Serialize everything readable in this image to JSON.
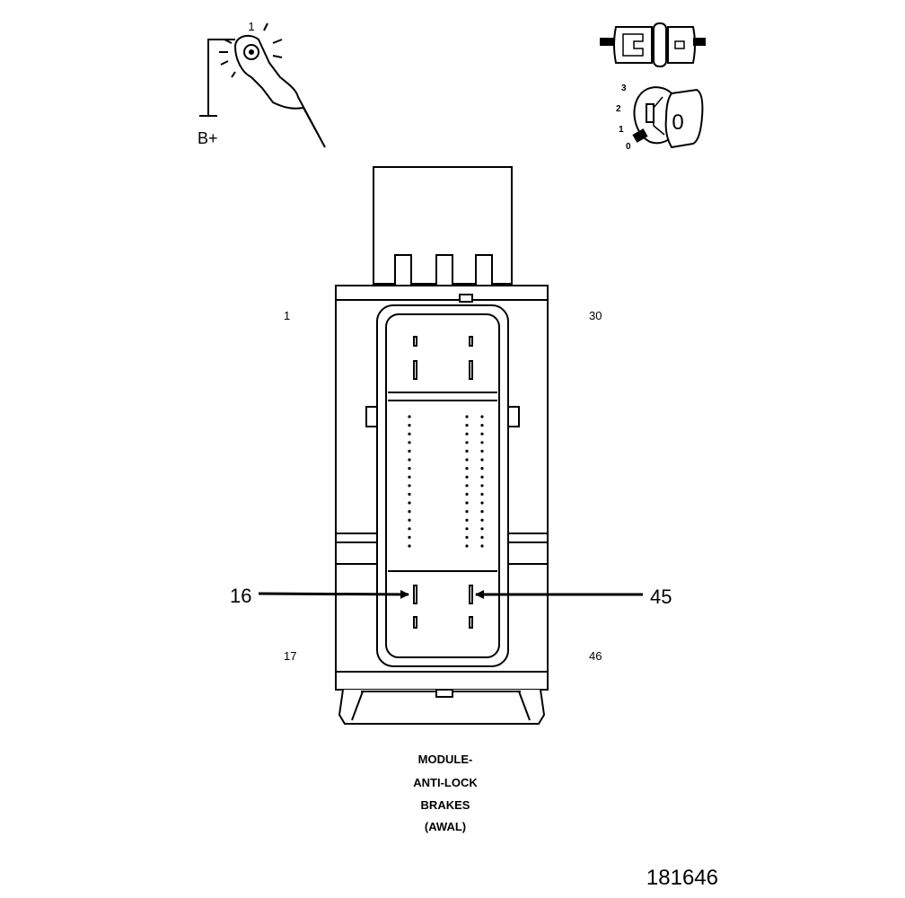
{
  "indicators": {
    "test_lamp": {
      "number": "1",
      "supply_label": "B+"
    },
    "ignition": {
      "positions": [
        "3",
        "2",
        "1",
        "0"
      ],
      "key_label": "0"
    }
  },
  "connector": {
    "corner_labels": {
      "top_left": "1",
      "top_right": "30",
      "bottom_left": "17",
      "bottom_right": "46"
    },
    "callouts": {
      "left": "16",
      "right": "45"
    }
  },
  "caption": [
    "MODULE-",
    "ANTI-LOCK",
    "BRAKES",
    "(AWAL)"
  ],
  "figure_id": "181646",
  "colors": {
    "line": "#000000",
    "background": "#ffffff",
    "selected_position_marker": "#000000"
  }
}
